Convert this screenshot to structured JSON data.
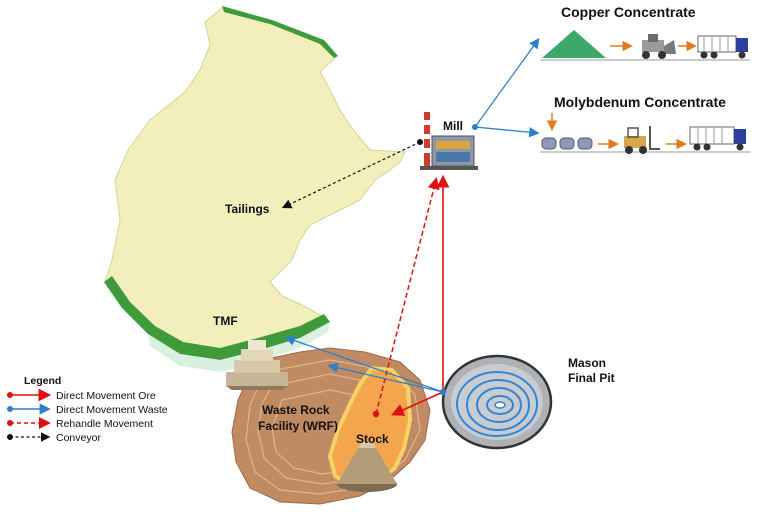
{
  "labels": {
    "copper": "Copper Concentrate",
    "moly": "Molybdenum Concentrate",
    "mill": "Mill",
    "tailings": "Tailings",
    "tmf": "TMF",
    "mason_line1": "Mason",
    "mason_line2": "Final Pit",
    "wrf_line1": "Waste Rock",
    "wrf_line2": "Facility (WRF)",
    "stock": "Stock"
  },
  "legend": {
    "title": "Legend",
    "items": [
      {
        "label": "Direct Movement Ore",
        "color": "#e01010",
        "style": "solid"
      },
      {
        "label": "Direct Movement Waste",
        "color": "#2e7fc8",
        "style": "solid"
      },
      {
        "label": "Rehandle Movement",
        "color": "#e01010",
        "style": "dashed"
      },
      {
        "label": "Conveyor",
        "color": "#111111",
        "style": "dashed"
      }
    ]
  },
  "colors": {
    "tailings_fill": "#f3efbd",
    "dam_green": "#3f9a3a",
    "wrf_brown": "#c08a62",
    "stock_orange": "#f3a64d",
    "pit_blue": "#2f86d6",
    "ore_red": "#e01010",
    "waste_blue": "#2e7fc8"
  }
}
